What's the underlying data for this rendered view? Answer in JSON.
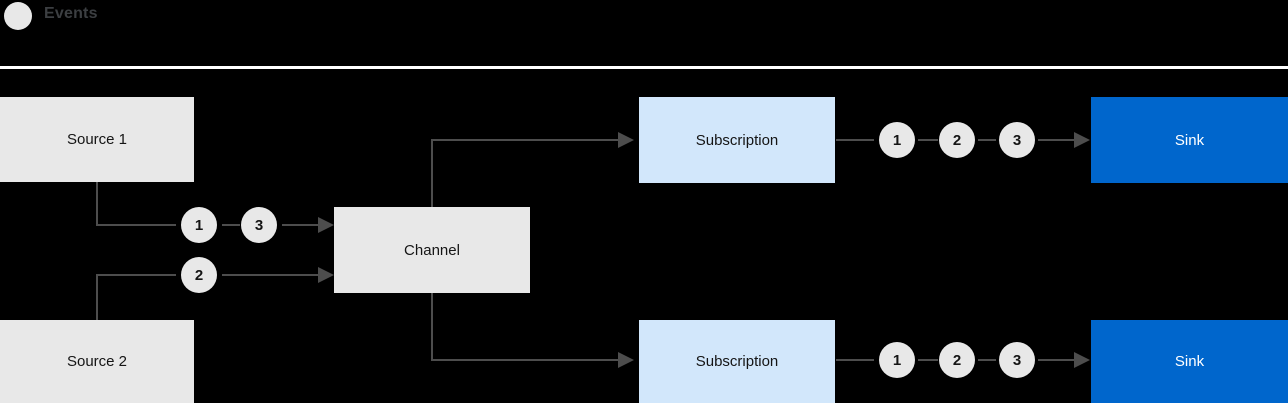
{
  "legend": {
    "marker_icon": "circle-icon",
    "label": "Events",
    "marker_color": "#e8e8e8"
  },
  "colors": {
    "background": "#000000",
    "source_box": "#e8e8e8",
    "channel_box": "#e8e8e8",
    "subscription_box": "#d2e7fb",
    "sink_box": "#0066cc",
    "sink_text": "#ffffff",
    "badge_bg": "#e8e8e8",
    "wire": "#4d4d4d",
    "divider": "#ffffff",
    "text": "#151515"
  },
  "nodes": {
    "source_1": {
      "label": "Source 1"
    },
    "source_2": {
      "label": "Source 2"
    },
    "channel": {
      "label": "Channel"
    },
    "subscription_top": {
      "label": "Subscription"
    },
    "subscription_bottom": {
      "label": "Subscription"
    },
    "sink_top": {
      "label": "Sink"
    },
    "sink_bottom": {
      "label": "Sink"
    }
  },
  "badges": {
    "source1_to_channel": [
      "1",
      "3"
    ],
    "source2_to_channel": [
      "2"
    ],
    "subscription_top_to_sink": [
      "1",
      "2",
      "3"
    ],
    "subscription_bottom_to_sink": [
      "1",
      "2",
      "3"
    ]
  }
}
